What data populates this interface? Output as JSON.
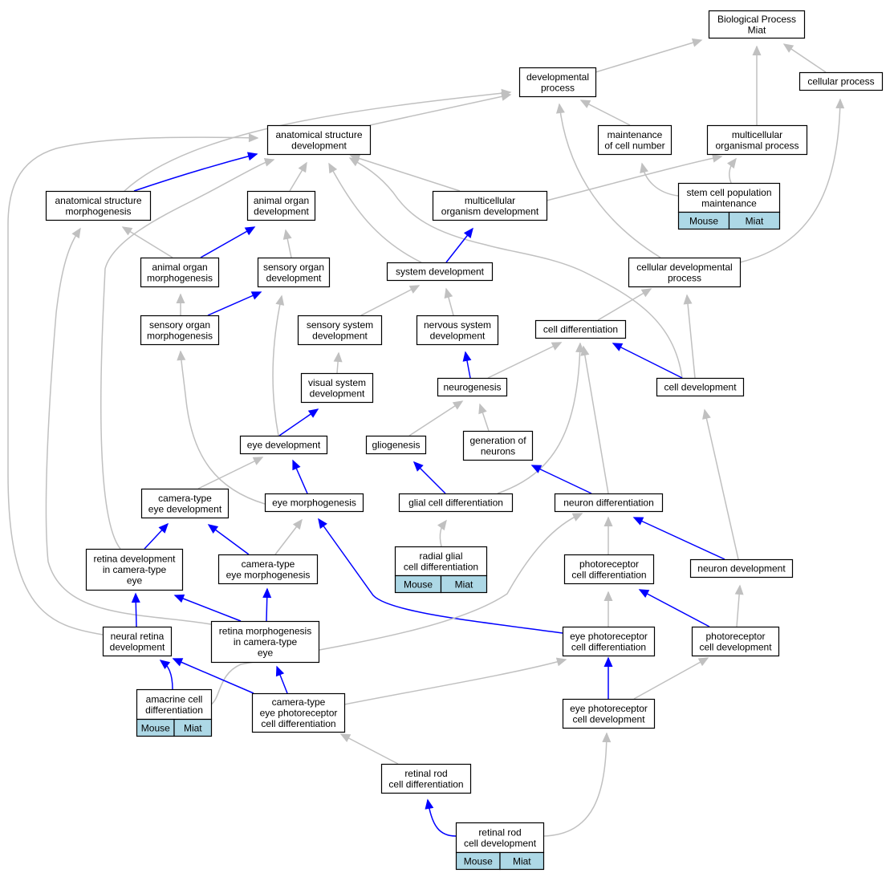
{
  "colors": {
    "is_a_edge": "#c0c0c0",
    "part_of_edge": "#0000ff",
    "node_fill": "#ffffff",
    "node_stroke": "#000000",
    "annotation_fill": "#add8e6"
  },
  "nodes": {
    "bp": {
      "lines": [
        "Biological Process",
        "Miat"
      ]
    },
    "devproc": {
      "lines": [
        "developmental",
        "process"
      ]
    },
    "cellproc": {
      "lines": [
        "cellular process"
      ]
    },
    "asd": {
      "lines": [
        "anatomical structure",
        "development"
      ]
    },
    "maint": {
      "lines": [
        "maintenance",
        "of cell number"
      ]
    },
    "multiproc": {
      "lines": [
        "multicellular",
        "organismal process"
      ]
    },
    "asm": {
      "lines": [
        "anatomical structure",
        "morphogenesis"
      ]
    },
    "aod": {
      "lines": [
        "animal organ",
        "development"
      ]
    },
    "mod": {
      "lines": [
        "multicellular",
        "organism development"
      ]
    },
    "stem": {
      "lines": [
        "stem cell population",
        "maintenance"
      ],
      "tags": [
        "Mouse",
        "Miat"
      ]
    },
    "aom": {
      "lines": [
        "animal organ",
        "morphogenesis"
      ]
    },
    "sod": {
      "lines": [
        "sensory organ",
        "development"
      ]
    },
    "sysdev": {
      "lines": [
        "system development"
      ]
    },
    "celldevproc": {
      "lines": [
        "cellular developmental",
        "process"
      ]
    },
    "som": {
      "lines": [
        "sensory organ",
        "morphogenesis"
      ]
    },
    "ssd": {
      "lines": [
        "sensory system",
        "development"
      ]
    },
    "nsd": {
      "lines": [
        "nervous system",
        "development"
      ]
    },
    "celldiff": {
      "lines": [
        "cell differentiation"
      ]
    },
    "vsd": {
      "lines": [
        "visual system",
        "development"
      ]
    },
    "neurogen": {
      "lines": [
        "neurogenesis"
      ]
    },
    "celldev": {
      "lines": [
        "cell development"
      ]
    },
    "eyedev": {
      "lines": [
        "eye development"
      ]
    },
    "glio": {
      "lines": [
        "gliogenesis"
      ]
    },
    "genneur": {
      "lines": [
        "generation of",
        "neurons"
      ]
    },
    "cted": {
      "lines": [
        "camera-type",
        "eye development"
      ]
    },
    "eyemorph": {
      "lines": [
        "eye morphogenesis"
      ]
    },
    "glialdiff": {
      "lines": [
        "glial cell differentiation"
      ]
    },
    "neurdiff": {
      "lines": [
        "neuron differentiation"
      ]
    },
    "rgcd": {
      "lines": [
        "radial glial",
        "cell differentiation"
      ],
      "tags": [
        "Mouse",
        "Miat"
      ]
    },
    "retdev": {
      "lines": [
        "retina development",
        "in camera-type",
        "eye"
      ]
    },
    "ctem": {
      "lines": [
        "camera-type",
        "eye morphogenesis"
      ]
    },
    "photodiff": {
      "lines": [
        "photoreceptor",
        "cell differentiation"
      ]
    },
    "neurdev": {
      "lines": [
        "neuron development"
      ]
    },
    "nrd": {
      "lines": [
        "neural retina",
        "development"
      ]
    },
    "retmorph": {
      "lines": [
        "retina morphogenesis",
        "in camera-type",
        "eye"
      ]
    },
    "eyephotodiff": {
      "lines": [
        "eye photoreceptor",
        "cell differentiation"
      ]
    },
    "photodev": {
      "lines": [
        "photoreceptor",
        "cell development"
      ]
    },
    "amacrine": {
      "lines": [
        "amacrine cell",
        "differentiation"
      ],
      "tags": [
        "Mouse",
        "Miat"
      ]
    },
    "ctepcd": {
      "lines": [
        "camera-type",
        "eye photoreceptor",
        "cell differentiation"
      ]
    },
    "eyephotodev": {
      "lines": [
        "eye photoreceptor",
        "cell development"
      ]
    },
    "rodiff": {
      "lines": [
        "retinal rod",
        "cell differentiation"
      ]
    },
    "roddev": {
      "lines": [
        "retinal rod",
        "cell development"
      ],
      "tags": [
        "Mouse",
        "Miat"
      ]
    }
  },
  "edges": [
    {
      "source": "devproc",
      "target": "bp",
      "type": "is_a"
    },
    {
      "source": "cellproc",
      "target": "bp",
      "type": "is_a"
    },
    {
      "source": "multiproc",
      "target": "bp",
      "type": "is_a"
    },
    {
      "source": "asd",
      "target": "devproc",
      "type": "is_a"
    },
    {
      "source": "asm",
      "target": "devproc",
      "type": "is_a"
    },
    {
      "source": "maint",
      "target": "devproc",
      "type": "is_a"
    },
    {
      "source": "celldevproc",
      "target": "devproc",
      "type": "is_a"
    },
    {
      "source": "celldevproc",
      "target": "cellproc",
      "type": "is_a"
    },
    {
      "source": "asm",
      "target": "asd",
      "type": "part_of"
    },
    {
      "source": "aod",
      "target": "asd",
      "type": "is_a"
    },
    {
      "source": "mod",
      "target": "asd",
      "type": "is_a"
    },
    {
      "source": "sysdev",
      "target": "asd",
      "type": "is_a"
    },
    {
      "source": "celldev",
      "target": "asd",
      "type": "is_a"
    },
    {
      "source": "retdev",
      "target": "asd",
      "type": "is_a"
    },
    {
      "source": "nrd",
      "target": "asd",
      "type": "is_a"
    },
    {
      "source": "mod",
      "target": "multiproc",
      "type": "is_a"
    },
    {
      "source": "stem",
      "target": "multiproc",
      "type": "is_a"
    },
    {
      "source": "stem",
      "target": "maint",
      "type": "is_a"
    },
    {
      "source": "aom",
      "target": "asm",
      "type": "is_a"
    },
    {
      "source": "retmorph",
      "target": "asm",
      "type": "is_a"
    },
    {
      "source": "aom",
      "target": "aod",
      "type": "part_of"
    },
    {
      "source": "sod",
      "target": "aod",
      "type": "is_a"
    },
    {
      "source": "sysdev",
      "target": "mod",
      "type": "part_of"
    },
    {
      "source": "som",
      "target": "aom",
      "type": "is_a"
    },
    {
      "source": "som",
      "target": "sod",
      "type": "part_of"
    },
    {
      "source": "eyedev",
      "target": "sod",
      "type": "is_a"
    },
    {
      "source": "ssd",
      "target": "sysdev",
      "type": "is_a"
    },
    {
      "source": "nsd",
      "target": "sysdev",
      "type": "is_a"
    },
    {
      "source": "celldiff",
      "target": "celldevproc",
      "type": "is_a"
    },
    {
      "source": "celldev",
      "target": "celldevproc",
      "type": "is_a"
    },
    {
      "source": "eyemorph",
      "target": "som",
      "type": "is_a"
    },
    {
      "source": "vsd",
      "target": "ssd",
      "type": "is_a"
    },
    {
      "source": "neurogen",
      "target": "nsd",
      "type": "part_of"
    },
    {
      "source": "neurogen",
      "target": "celldiff",
      "type": "is_a"
    },
    {
      "source": "celldev",
      "target": "celldiff",
      "type": "part_of"
    },
    {
      "source": "glialdiff",
      "target": "celldiff",
      "type": "is_a"
    },
    {
      "source": "neurdiff",
      "target": "celldiff",
      "type": "is_a"
    },
    {
      "source": "eyedev",
      "target": "vsd",
      "type": "part_of"
    },
    {
      "source": "glio",
      "target": "neurogen",
      "type": "is_a"
    },
    {
      "source": "genneur",
      "target": "neurogen",
      "type": "is_a"
    },
    {
      "source": "neurdev",
      "target": "celldev",
      "type": "is_a"
    },
    {
      "source": "cted",
      "target": "eyedev",
      "type": "is_a"
    },
    {
      "source": "eyemorph",
      "target": "eyedev",
      "type": "part_of"
    },
    {
      "source": "glialdiff",
      "target": "glio",
      "type": "part_of"
    },
    {
      "source": "neurdiff",
      "target": "genneur",
      "type": "part_of"
    },
    {
      "source": "retdev",
      "target": "cted",
      "type": "part_of"
    },
    {
      "source": "ctem",
      "target": "cted",
      "type": "part_of"
    },
    {
      "source": "ctem",
      "target": "eyemorph",
      "type": "is_a"
    },
    {
      "source": "eyephotodiff",
      "target": "eyemorph",
      "type": "part_of"
    },
    {
      "source": "rgcd",
      "target": "glialdiff",
      "type": "is_a"
    },
    {
      "source": "amacrine",
      "target": "neurdiff",
      "type": "is_a"
    },
    {
      "source": "photodiff",
      "target": "neurdiff",
      "type": "is_a"
    },
    {
      "source": "neurdev",
      "target": "neurdiff",
      "type": "part_of"
    },
    {
      "source": "nrd",
      "target": "retdev",
      "type": "part_of"
    },
    {
      "source": "retmorph",
      "target": "retdev",
      "type": "part_of"
    },
    {
      "source": "retmorph",
      "target": "ctem",
      "type": "part_of"
    },
    {
      "source": "eyephotodiff",
      "target": "photodiff",
      "type": "is_a"
    },
    {
      "source": "photodev",
      "target": "photodiff",
      "type": "part_of"
    },
    {
      "source": "photodev",
      "target": "neurdev",
      "type": "is_a"
    },
    {
      "source": "amacrine",
      "target": "nrd",
      "type": "part_of"
    },
    {
      "source": "ctepcd",
      "target": "nrd",
      "type": "part_of"
    },
    {
      "source": "ctepcd",
      "target": "retmorph",
      "type": "part_of"
    },
    {
      "source": "ctepcd",
      "target": "eyephotodiff",
      "type": "is_a"
    },
    {
      "source": "eyephotodev",
      "target": "eyephotodiff",
      "type": "part_of"
    },
    {
      "source": "eyephotodev",
      "target": "photodev",
      "type": "is_a"
    },
    {
      "source": "rodiff",
      "target": "ctepcd",
      "type": "is_a"
    },
    {
      "source": "roddev",
      "target": "rodiff",
      "type": "part_of"
    },
    {
      "source": "roddev",
      "target": "eyephotodev",
      "type": "is_a"
    }
  ]
}
